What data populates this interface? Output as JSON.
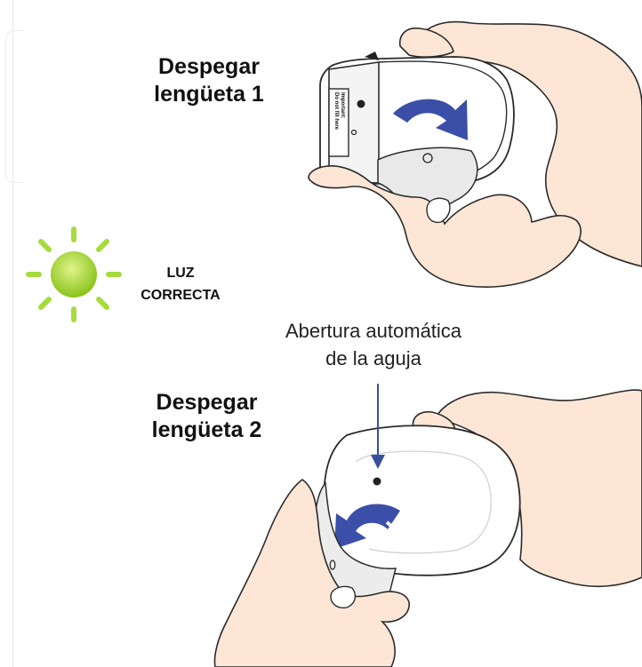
{
  "steps": [
    {
      "label": "Despegar\nlengüeta 1"
    },
    {
      "label": "Despegar\nlengüeta 2"
    }
  ],
  "status_light": {
    "label": "LUZ\nCORRECTA",
    "color": "#9bd32a",
    "ray_color": "#a6db3c"
  },
  "needle_callout": {
    "label": "Abertura automática\nde la aguja",
    "arrow_color": "#3a4f9e"
  },
  "device": {
    "warning_text": "Important:\nDo not fill here",
    "arrow_color": "#3b4ea8"
  }
}
